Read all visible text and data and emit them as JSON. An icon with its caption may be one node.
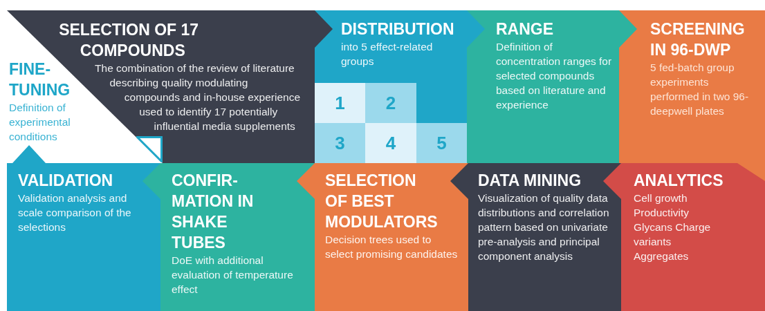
{
  "diagram": {
    "nodes": [
      {
        "text": [
          "FINE-TUNING",
          "Definition of experimental conditions"
        ]
      },
      {
        "text": [
          "SELECTION OF 17 COMPOUNDS",
          "The combination of the review of literature describing quality modulating compounds and in-house experience used to identify 17 potentially influential media supplements"
        ]
      },
      {
        "text": [
          "DISTRIBUTION",
          "into 5 effect-related groups"
        ]
      },
      {
        "text": [
          "1"
        ],
        "in": 2
      },
      {
        "text": [
          "2"
        ],
        "in": 2
      },
      {
        "text": [
          "3"
        ],
        "in": 2
      },
      {
        "text": [
          "4"
        ],
        "in": 2
      },
      {
        "text": [
          "5"
        ],
        "in": 2
      },
      {
        "text": [
          "RANGE",
          "Definition of concentration ranges for selected compounds based on literature and experience"
        ]
      },
      {
        "text": [
          "SCREENING IN 96-DWP",
          "5 fed-batch group experiments performed in two 96-deepwell plates"
        ]
      },
      {
        "text": [
          "VALIDATION",
          "Validation analysis and scale comparison of the selections"
        ]
      },
      {
        "text": [
          "CONFIR-MATION IN SHAKE TUBES",
          "DoE with additional evaluation of temperature effect"
        ]
      },
      {
        "text": [
          "SELECTION OF BEST MODULATORS",
          "Decision trees used to select promising candidates"
        ]
      },
      {
        "text": [
          "DATA MINING",
          "Visualization of quality data distributions and correlation pattern based on univariate pre-analysis and principal component analysis"
        ]
      },
      {
        "text": [
          "ANALYTICS",
          "Cell growth Productivity Glycans Charge variants Aggregates"
        ]
      }
    ],
    "edges": [
      {
        "from": 1,
        "to": 2,
        "arrow": "to"
      },
      {
        "from": 2,
        "to": 8,
        "arrow": "to"
      },
      {
        "from": 8,
        "to": 9,
        "arrow": "to"
      },
      {
        "from": 9,
        "to": 14,
        "arrow": "to"
      },
      {
        "from": 14,
        "to": 13,
        "arrow": "to"
      },
      {
        "from": 13,
        "to": 12,
        "arrow": "to"
      },
      {
        "from": 12,
        "to": 11,
        "arrow": "to"
      },
      {
        "from": 11,
        "to": 10,
        "arrow": "to"
      },
      {
        "from": 10,
        "to": 0,
        "arrow": "to"
      }
    ]
  }
}
